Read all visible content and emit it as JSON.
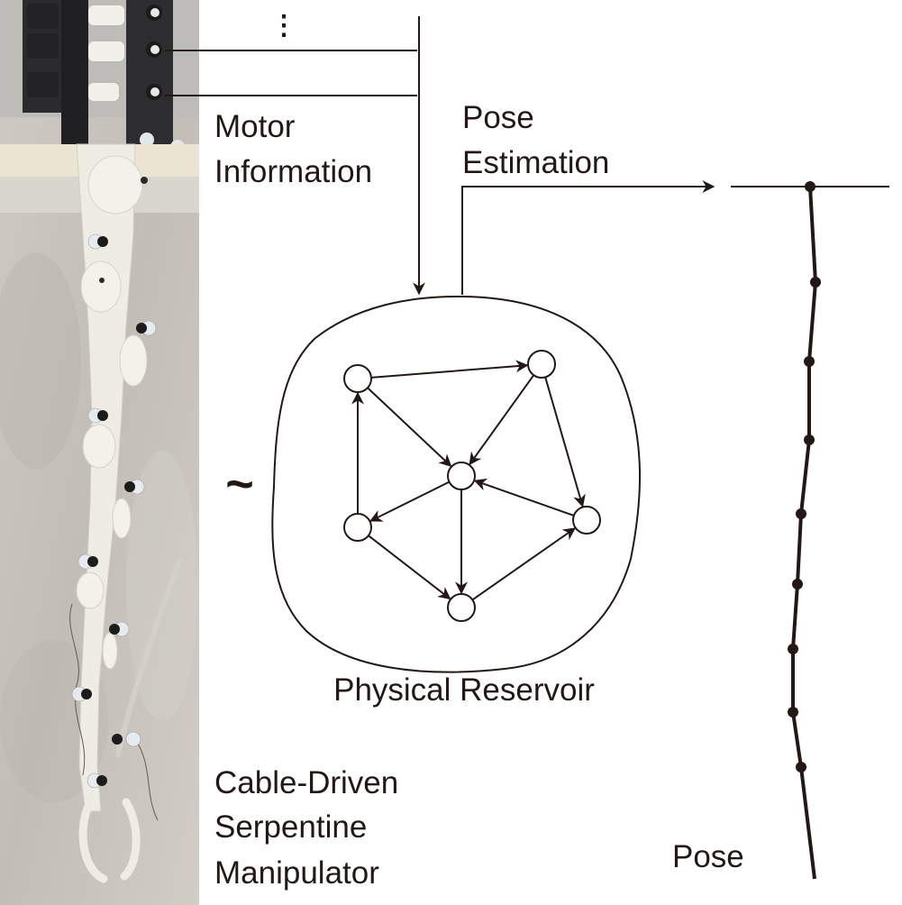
{
  "labels": {
    "motor_information": [
      "Motor",
      "Information"
    ],
    "pose_estimation": [
      "Pose",
      "Estimation"
    ],
    "physical_reservoir": "Physical Reservoir",
    "manipulator": [
      "Cable-Driven",
      "Serpentine",
      "Manipulator"
    ],
    "pose": "Pose",
    "approx_symbol": "~",
    "ellipsis": "⋮"
  },
  "colors": {
    "ink": "#231815",
    "photo_background": "#c9c5bf",
    "robot_white": "#efece4",
    "motor_frame": "#2a2a2c",
    "desk": "#ece4d2"
  },
  "reservoir_graph": {
    "nodes": [
      "n1",
      "n2",
      "n3",
      "n4",
      "n5",
      "n6"
    ],
    "node_roles": {
      "n1": "upper-left",
      "n2": "upper-right",
      "n3": "center",
      "n4": "lower-left",
      "n5": "right",
      "n6": "bottom"
    },
    "edges": [
      [
        "n1",
        "n2"
      ],
      [
        "n1",
        "n3"
      ],
      [
        "n2",
        "n3"
      ],
      [
        "n2",
        "n5"
      ],
      [
        "n5",
        "n3"
      ],
      [
        "n3",
        "n4"
      ],
      [
        "n4",
        "n1"
      ],
      [
        "n4",
        "n6"
      ],
      [
        "n3",
        "n6"
      ],
      [
        "n6",
        "n5"
      ]
    ]
  },
  "pose_chain": {
    "joint_count": 9,
    "description": "segmented manipulator pose hanging from base line"
  },
  "photo": {
    "subject": "cable-driven serpentine manipulator hanging from motor rack",
    "motor_count_visible": 3,
    "marker_count_visible": 9
  }
}
